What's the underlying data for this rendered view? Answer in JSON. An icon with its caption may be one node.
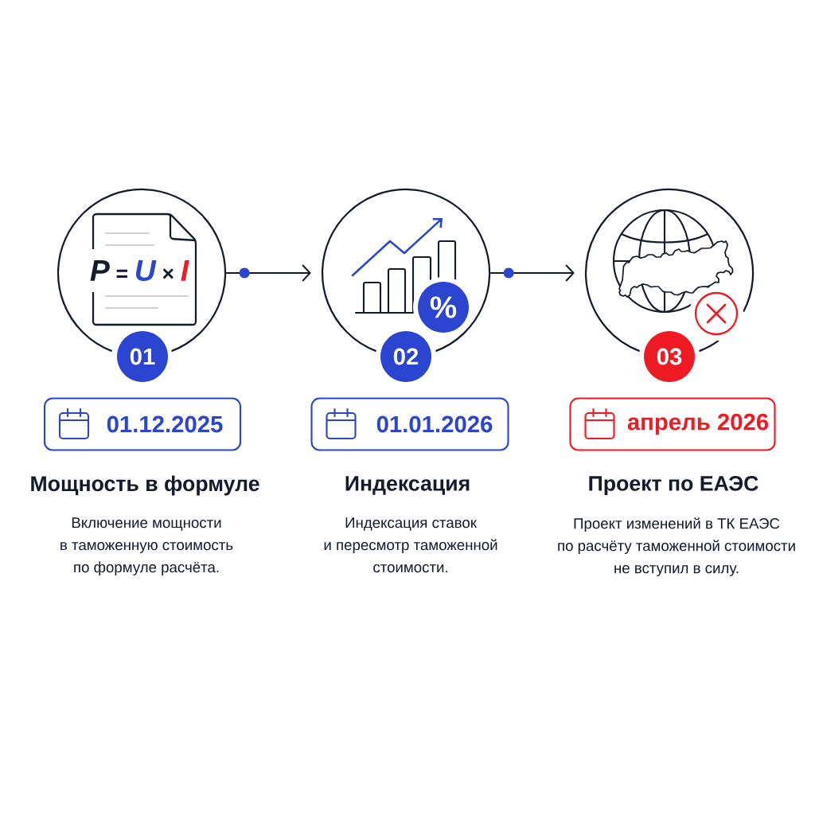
{
  "diagram": {
    "nodes": [
      {
        "text": [],
        "shape": "circle"
      },
      {
        "text": [
          "P = U × I"
        ],
        "in": 0
      },
      {
        "text": [
          "01"
        ]
      },
      {
        "text": [],
        "shape": "circle"
      },
      {
        "text": [
          "%"
        ],
        "in": 3
      },
      {
        "text": [
          "02"
        ]
      },
      {
        "text": [],
        "shape": "circle"
      },
      {
        "text": [
          "03"
        ]
      },
      {
        "text": [
          "01.12.2025"
        ]
      },
      {
        "text": [
          "01.01.2026"
        ]
      },
      {
        "text": [
          "апрель 2026"
        ]
      }
    ],
    "edges": [
      {
        "from": 0,
        "to": 3,
        "arrow": "to"
      },
      {
        "from": 3,
        "to": 6,
        "arrow": "to"
      }
    ],
    "labels": [
      "Мощность в формуле",
      "Включение мощности в таможенную стоимость по формуле расчёта.",
      "Индексация",
      "Индексация ставок и пересмотр таможенной стоимости.",
      "Проект по ЕАЭС",
      "Проект изменений в ТК ЕАЭС по расчёту таможенной стоимости не вступил в силу."
    ]
  }
}
